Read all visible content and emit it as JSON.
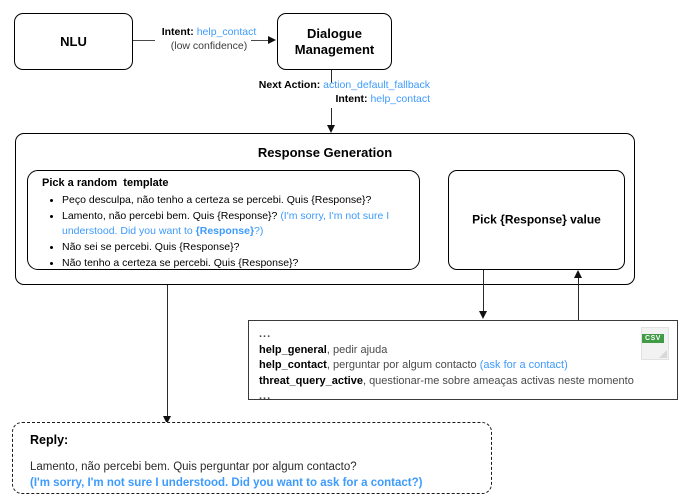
{
  "diagram": {
    "nodes": {
      "nlu": "NLU",
      "dialogue_management_line1": "Dialogue",
      "dialogue_management_line2": "Management",
      "response_generation": "Response Generation",
      "template_picker_title": "Pick a random  template",
      "pick_response_value": "Pick {Response} value"
    },
    "edges": {
      "nlu_to_dm": {
        "label_key": "Intent:",
        "label_value": "help_contact",
        "sublabel": "(low confidence)"
      },
      "dm_to_rg": {
        "line1_key": "Next Action:",
        "line1_value": "action_default_fallback",
        "line2_key": "Intent:",
        "line2_value": "help_contact"
      }
    },
    "templates": [
      {
        "pt": "Peço desculpa, não tenho a certeza se percebi. Quis {Response}?",
        "en": ""
      },
      {
        "pt": "Lamento, não percebi bem. Quis {Response}?",
        "en_prefix": "(I'm sorry, I'm not sure I understood. Did you want to ",
        "en_slot": "{Response}",
        "en_suffix": "?)"
      },
      {
        "pt": "Não sei se percebi. Quis {Response}?",
        "en": ""
      },
      {
        "pt": "Não tenho a certeza se percebi. Quis {Response}?",
        "en": ""
      }
    ],
    "intent_table": {
      "leading_ellipsis": "...",
      "trailing_ellipsis": "...",
      "file_type": "CSV",
      "rows": [
        {
          "intent": "help_general",
          "description": ", pedir ajuda",
          "translation": ""
        },
        {
          "intent": "help_contact",
          "description": ", perguntar por algum contacto",
          "translation": "(ask for a contact)"
        },
        {
          "intent": "threat_query_active",
          "description": ", questionar-me sobre ameaças activas neste momento",
          "translation": ""
        }
      ]
    },
    "reply": {
      "title": "Reply:",
      "pt": "Lamento, não percebi bem. Quis perguntar por algum contacto?",
      "en": "(I'm sorry, I'm not sure I understood. Did you want to ask for a contact?)"
    },
    "colors": {
      "accent_blue": "#3d9bfd",
      "csv_green": "#3f9c45",
      "line": "#2b2b2b"
    }
  }
}
